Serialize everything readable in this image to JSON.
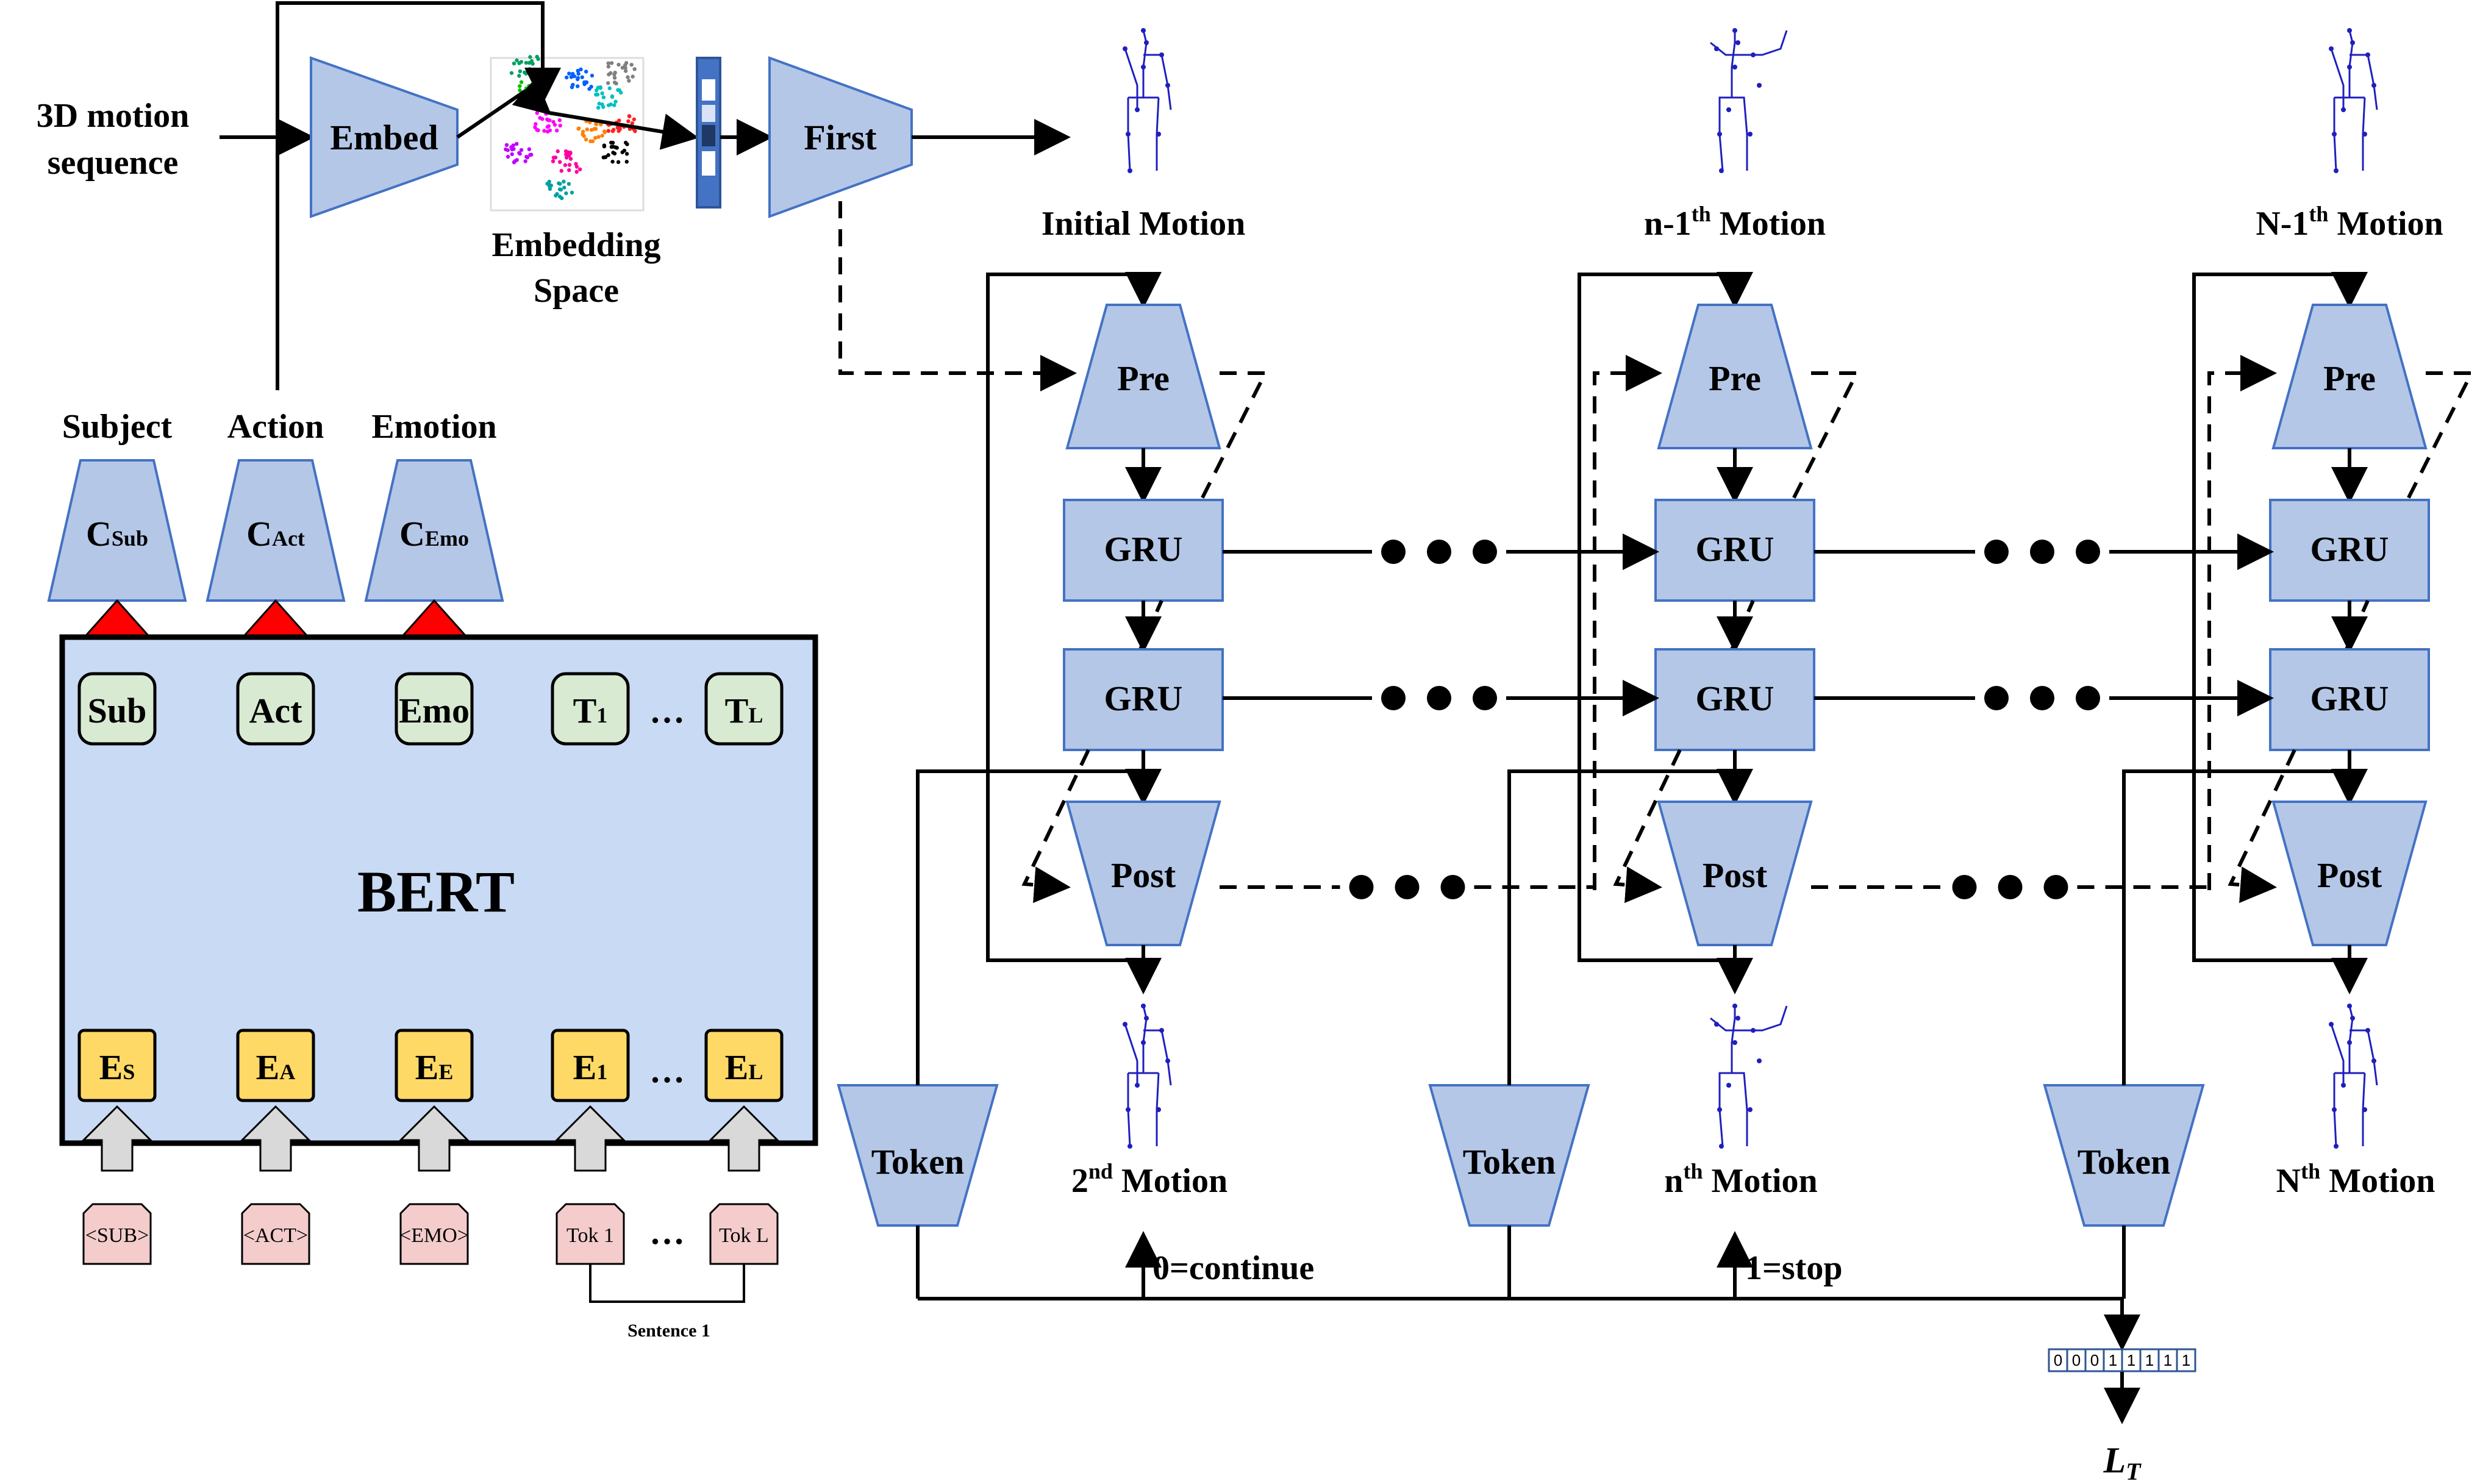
{
  "input": {
    "line1": "3D motion",
    "line2": "sequence"
  },
  "embed_label": "Embed",
  "embedding_space": {
    "line1": "Embedding",
    "line2": "Space"
  },
  "first_label": "First",
  "bert_label": "BERT",
  "heads": [
    {
      "title": "Subject",
      "main": "C",
      "sub": "Sub"
    },
    {
      "title": "Action",
      "main": "C",
      "sub": "Act"
    },
    {
      "title": "Emotion",
      "main": "C",
      "sub": "Emo"
    }
  ],
  "bert_outputs": [
    {
      "main": "Sub",
      "sub": ""
    },
    {
      "main": "Act",
      "sub": ""
    },
    {
      "main": "Emo",
      "sub": ""
    },
    {
      "main": "T",
      "sub": "1"
    },
    {
      "main": "T",
      "sub": "L"
    }
  ],
  "bert_embeddings": [
    {
      "main": "E",
      "sub": "S"
    },
    {
      "main": "E",
      "sub": "A"
    },
    {
      "main": "E",
      "sub": "E"
    },
    {
      "main": "E",
      "sub": "1"
    },
    {
      "main": "E",
      "sub": "L"
    }
  ],
  "ellipsis": "…",
  "tokens": [
    "<SUB>",
    "<ACT>",
    "<EMO>",
    "Tok 1",
    "Tok L"
  ],
  "sentence_label": "Sentence 1",
  "columns": [
    {
      "top_label": {
        "pre": "Initial Motion",
        "sup": "",
        "post": ""
      },
      "bottom_label": {
        "pre": "2",
        "sup": "nd",
        "post": " Motion"
      }
    },
    {
      "top_label": {
        "pre": "n-1",
        "sup": "th",
        "post": " Motion"
      },
      "bottom_label": {
        "pre": "n",
        "sup": "th",
        "post": " Motion"
      }
    },
    {
      "top_label": {
        "pre": "N-1",
        "sup": "th",
        "post": " Motion"
      },
      "bottom_label": {
        "pre": "N",
        "sup": "th",
        "post": " Motion"
      }
    }
  ],
  "block_labels": {
    "pre": "Pre",
    "gru": "GRU",
    "post": "Post",
    "token": "Token"
  },
  "continue_label": "0=continue",
  "stop_label": "1=stop",
  "bits": [
    "0",
    "0",
    "0",
    "1",
    "1",
    "1",
    "1",
    "1"
  ],
  "loss": {
    "main": "L",
    "sub": "T"
  },
  "colors": {
    "block_fill": "#b4c7e7",
    "block_stroke": "#4472c4",
    "bert_fill": "#c9daf5",
    "out_fill": "#d9ead3",
    "emb_fill": "#ffd966",
    "tok_fill": "#f4cccc",
    "red_arrow": "#ff0000",
    "grey_arrow": "#d9d9d9",
    "skeleton": "#1f1fbf"
  }
}
